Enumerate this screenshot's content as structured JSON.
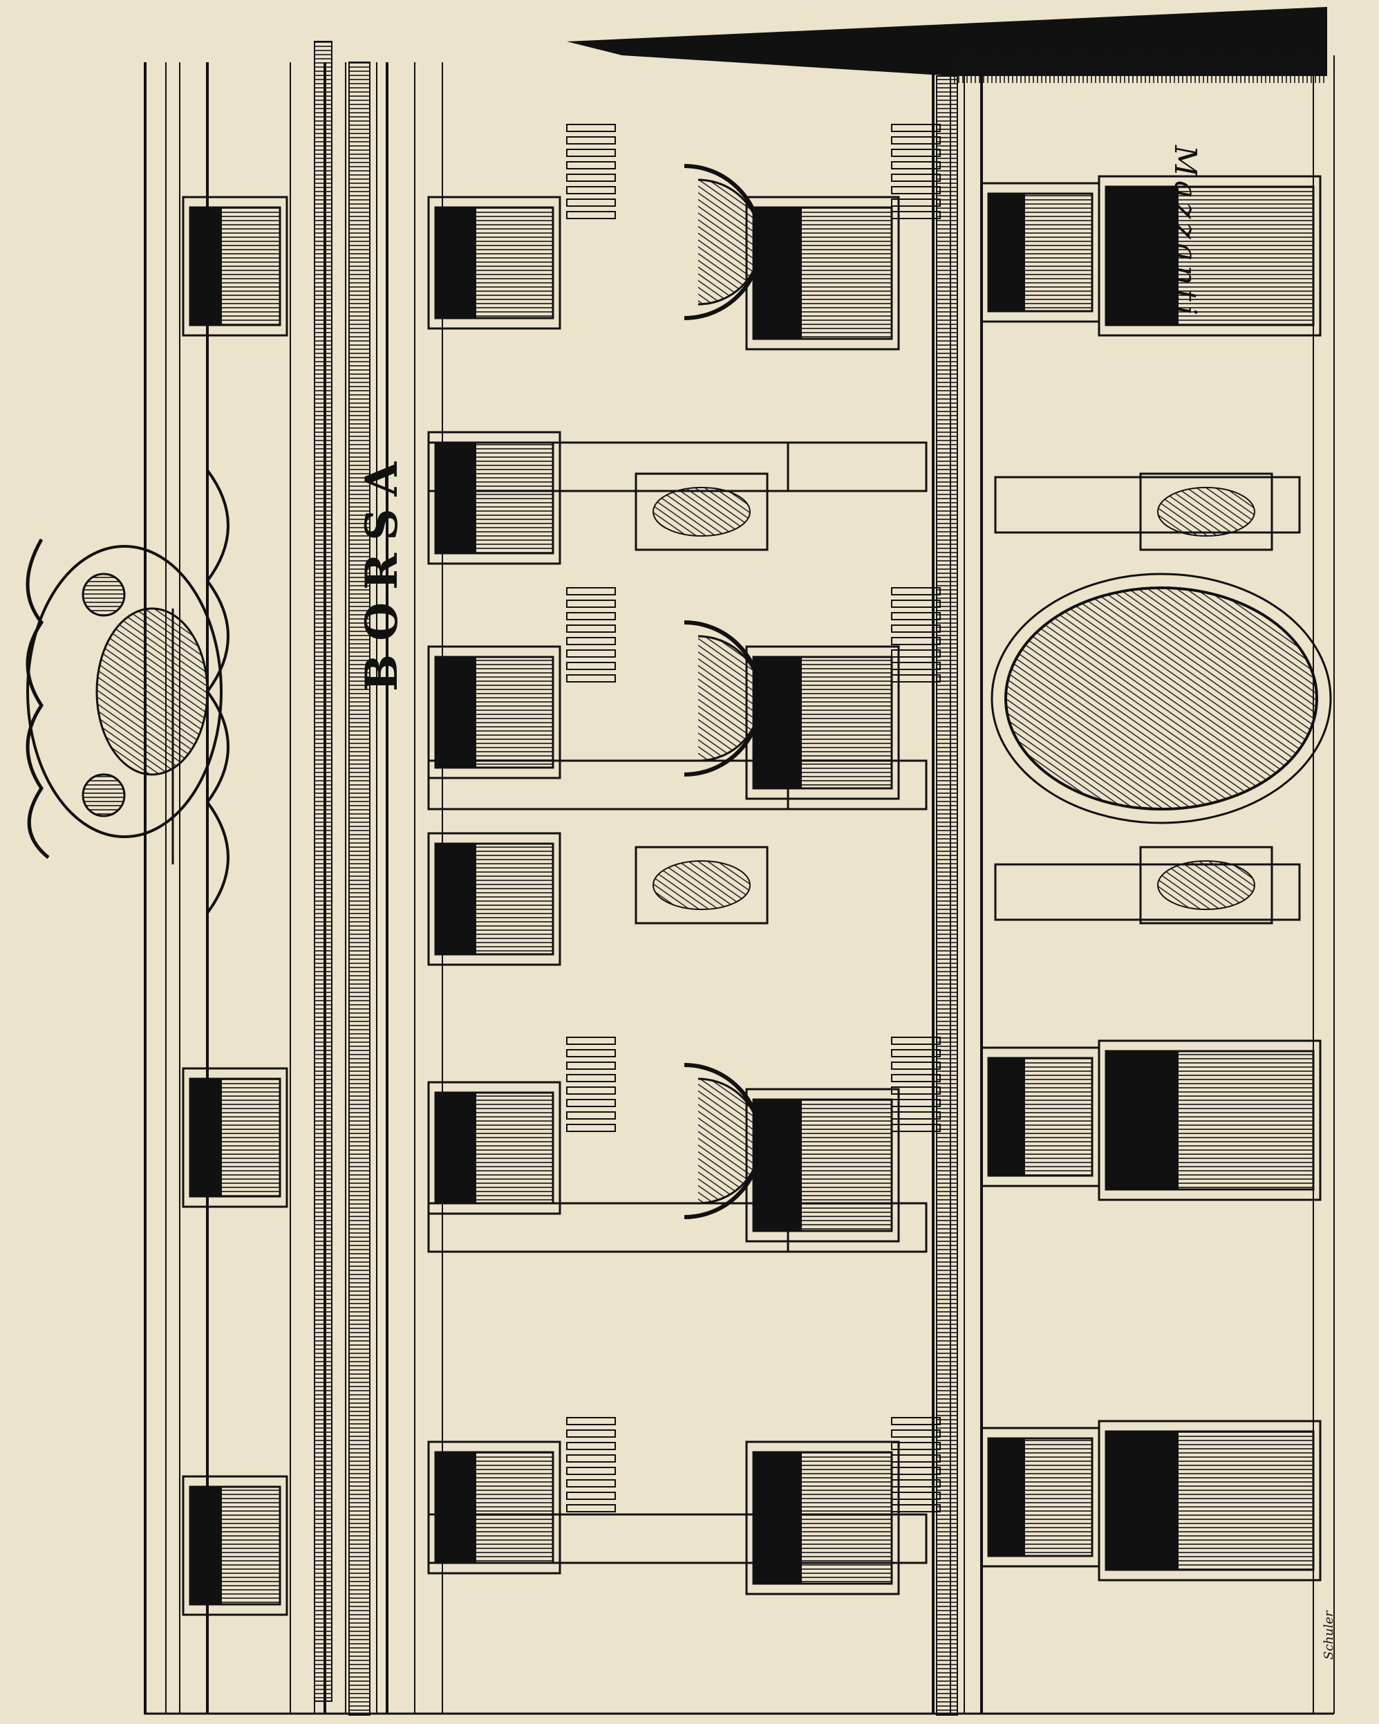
{
  "plate": {
    "inscription": "BORSA",
    "signature": "Mazzanti",
    "engraver_credit": "Schuler"
  },
  "colors": {
    "paper": "#ece3cc",
    "ink": "#111111"
  }
}
